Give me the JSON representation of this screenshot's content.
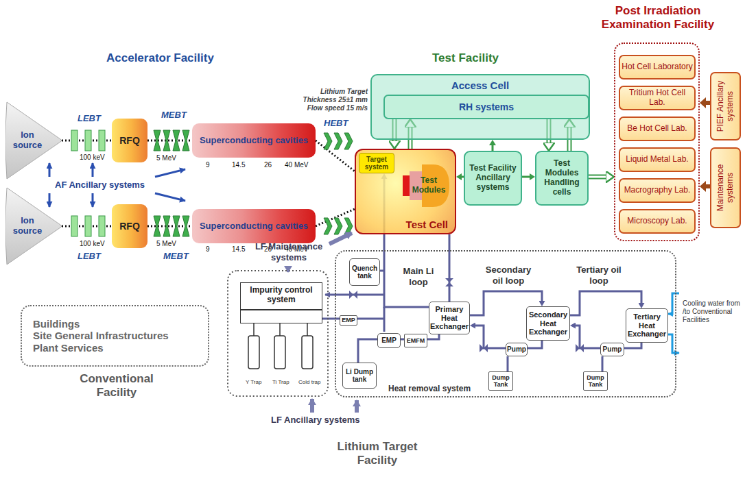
{
  "diagram": {
    "nodes": [
      {
        "text": [
          "Ion source"
        ]
      },
      {
        "text": [
          "RFQ"
        ]
      },
      {
        "text": [
          "Superconducting cavities"
        ]
      },
      {
        "text": [
          "Ion source"
        ]
      },
      {
        "text": [
          "RFQ"
        ]
      },
      {
        "text": [
          "Superconducting cavities"
        ]
      },
      {
        "text": [
          "Access Cell"
        ]
      },
      {
        "text": [
          "RH systems"
        ],
        "in": 6
      },
      {
        "text": [
          "Test Cell"
        ]
      },
      {
        "text": [
          "Target system"
        ],
        "in": 8
      },
      {
        "text": [
          "Test Modules"
        ],
        "in": 8
      },
      {
        "text": [
          "Test Facility Ancillary systems"
        ]
      },
      {
        "text": [
          "Test Modules Handling cells"
        ]
      },
      {
        "text": [
          "Post Irradiation Examination Facility"
        ]
      },
      {
        "text": [
          "Hot Cell Laboratory"
        ],
        "in": 13
      },
      {
        "text": [
          "Tritium Hot Cell Lab."
        ],
        "in": 13
      },
      {
        "text": [
          "Be Hot Cell Lab."
        ],
        "in": 13
      },
      {
        "text": [
          "Liquid Metal Lab."
        ],
        "in": 13
      },
      {
        "text": [
          "Macrography Lab."
        ],
        "in": 13
      },
      {
        "text": [
          "Microscopy Lab."
        ],
        "in": 13
      },
      {
        "text": [
          "PIEF Ancillary systems"
        ]
      },
      {
        "text": [
          "Maintenance systems"
        ]
      },
      {
        "text": [
          "Buildings",
          "Site General Infrastructures",
          "Plant Services"
        ]
      },
      {
        "text": [
          "Impurity control system"
        ]
      },
      {
        "text": [
          "Heat removal system"
        ]
      },
      {
        "text": [
          "Quench tank"
        ],
        "in": 24
      },
      {
        "text": [
          "EMP"
        ],
        "in": 24
      },
      {
        "text": [
          "Li Dump tank"
        ],
        "in": 24
      },
      {
        "text": [
          "EMP"
        ],
        "in": 24
      },
      {
        "text": [
          "EMFM"
        ],
        "in": 24
      },
      {
        "text": [
          "Primary Heat Exchanger"
        ],
        "in": 24
      },
      {
        "text": [
          "Pump"
        ],
        "in": 24
      },
      {
        "text": [
          "Dump Tank"
        ],
        "in": 24
      },
      {
        "text": [
          "Secondary Heat Exchanger"
        ],
        "in": 24
      },
      {
        "text": [
          "Pump"
        ],
        "in": 24
      },
      {
        "text": [
          "Dump Tank"
        ],
        "in": 24
      },
      {
        "text": [
          "Tertiary Heat Exchanger"
        ],
        "in": 24
      }
    ],
    "edges": [
      {
        "from": 0,
        "to": 1,
        "arrow": "none"
      },
      {
        "from": 1,
        "to": 2,
        "arrow": "none"
      },
      {
        "from": 3,
        "to": 4,
        "arrow": "none"
      },
      {
        "from": 4,
        "to": 5,
        "arrow": "none"
      },
      {
        "from": 2,
        "to": 8,
        "arrow": "none"
      },
      {
        "from": 5,
        "to": 8,
        "arrow": "none"
      },
      {
        "from": 7,
        "to": 8,
        "arrow": "to"
      },
      {
        "from": 8,
        "to": 7,
        "arrow": "to"
      },
      {
        "from": 7,
        "to": 12,
        "arrow": "to"
      },
      {
        "from": 12,
        "to": 7,
        "arrow": "to"
      },
      {
        "from": 11,
        "to": 6,
        "arrow": "to"
      },
      {
        "from": 11,
        "to": 8,
        "arrow": "to"
      },
      {
        "from": 11,
        "to": 12,
        "arrow": "to"
      },
      {
        "from": 12,
        "to": 13,
        "arrow": "to"
      },
      {
        "from": 20,
        "to": 13,
        "arrow": "to"
      },
      {
        "from": 21,
        "to": 13,
        "arrow": "to"
      },
      {
        "from": 8,
        "to": 30,
        "arrow": "none"
      },
      {
        "from": 30,
        "to": 9,
        "arrow": "to"
      },
      {
        "from": 30,
        "to": 29,
        "arrow": "none"
      },
      {
        "from": 29,
        "to": 28,
        "arrow": "none"
      },
      {
        "from": 28,
        "to": 27,
        "arrow": "none"
      },
      {
        "from": 26,
        "to": 23,
        "arrow": "none"
      },
      {
        "from": 30,
        "to": 33,
        "arrow": "to"
      },
      {
        "from": 33,
        "to": 31,
        "arrow": "none"
      },
      {
        "from": 31,
        "to": 30,
        "arrow": "to"
      },
      {
        "from": 31,
        "to": 32,
        "arrow": "none"
      },
      {
        "from": 33,
        "to": 36,
        "arrow": "to"
      },
      {
        "from": 36,
        "to": 34,
        "arrow": "none"
      },
      {
        "from": 34,
        "to": 33,
        "arrow": "to"
      },
      {
        "from": 34,
        "to": 35,
        "arrow": "none"
      }
    ],
    "labels": [
      "Accelerator Facility",
      "LEBT",
      "100 keV",
      "MEBT",
      "5 MeV",
      "9",
      "14.5",
      "26",
      "40 MeV",
      "HEBT",
      "AF Ancillary systems",
      "100 keV",
      "LEBT",
      "5 MeV",
      "MEBT",
      "9",
      "14.5",
      "26",
      "40 MeV",
      "Lithium Target Thickness 25±1 mm Flow speed 15 m/s",
      "Test Facility",
      "LF Maintenance systems",
      "Main Li loop",
      "Secondary oil loop",
      "Tertiary oil loop",
      "Cooling water from /to Conventional Facilities",
      "Y Trap",
      "Ti Trap",
      "Cold trap",
      "Conventional Facility",
      "LF Ancillary systems",
      "Lithium Target Facility"
    ]
  }
}
